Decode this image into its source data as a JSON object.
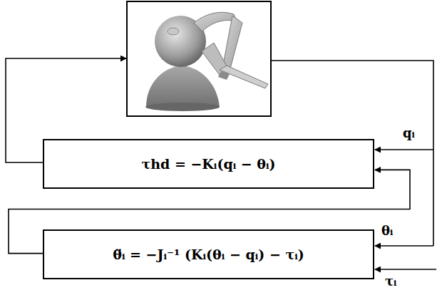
{
  "diagram": {
    "nodes": [
      {
        "text": [
          "τhd = −Kᵢ(qᵢ − θᵢ)"
        ]
      },
      {
        "text": [
          "θ̈ᵢ = −Jᵢ⁻¹ (Kᵢ(θᵢ − qᵢ) − τᵢ)"
        ]
      }
    ],
    "edges": [
      {
        "from": 1,
        "to": 0,
        "arrow": "to"
      }
    ],
    "labels": [
      "qᵢ",
      "θᵢ",
      "τᵢ"
    ]
  }
}
